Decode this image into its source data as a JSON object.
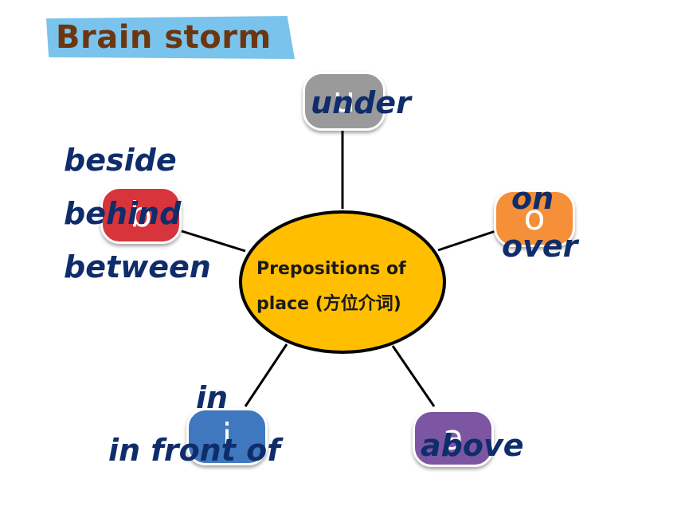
{
  "title": "Brain storm",
  "center": {
    "line1": "Prepositions of",
    "line2": "place (方位介词)",
    "color": "#ffbf00"
  },
  "nodes": [
    {
      "letter": "u",
      "color": "#9a9a9a",
      "words": [
        "under"
      ]
    },
    {
      "letter": "b",
      "color": "#d8343c",
      "words": [
        "beside",
        "behind",
        "between"
      ]
    },
    {
      "letter": "o",
      "color": "#f59038",
      "words": [
        "on",
        "over"
      ]
    },
    {
      "letter": "i",
      "color": "#3f78bf",
      "words": [
        "in",
        "in front of"
      ]
    },
    {
      "letter": "a",
      "color": "#7d56a3",
      "words": [
        "above"
      ]
    }
  ],
  "colors": {
    "word_text": "#0f2d6b",
    "title_text": "#6b3610",
    "title_banner": "#79c3ec"
  }
}
